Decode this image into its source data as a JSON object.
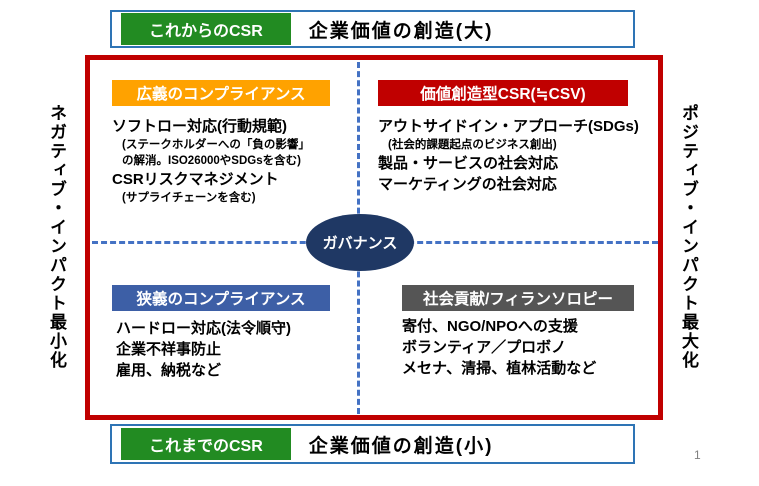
{
  "slide": {
    "page_number": "1"
  },
  "banners": {
    "top": {
      "label": "これからのCSR",
      "text": "企業価値の創造(大)"
    },
    "bottom": {
      "label": "これまでのCSR",
      "text": "企業価値の創造(小)"
    }
  },
  "axes": {
    "left": "ネガティブ・インパクト最小化",
    "right": "ポジティブ・インパクト最大化"
  },
  "center": {
    "label": "ガバナンス"
  },
  "quadrants": {
    "top_left": {
      "header": "広義のコンプライアンス",
      "lines": [
        "ソフトロー対応(行動規範)",
        "(ステークホルダーへの「負の影響」",
        "の解消。ISO26000やSDGsを含む)",
        "CSRリスクマネジメント",
        "(サプライチェーンを含む)"
      ]
    },
    "top_right": {
      "header": "価値創造型CSR(≒CSV)",
      "lines": [
        "アウトサイドイン・アプローチ(SDGs)",
        "(社会的課題起点のビジネス創出)",
        "製品・サービスの社会対応",
        "マーケティングの社会対応"
      ]
    },
    "bottom_left": {
      "header": "狭義のコンプライアンス",
      "lines": [
        "ハードロー対応(法令順守)",
        "企業不祥事防止",
        "雇用、納税など"
      ]
    },
    "bottom_right": {
      "header": "社会貢献/フィランソロピー",
      "lines": [
        "寄付、NGO/NPOへの支援",
        "ボランティア／プロボノ",
        "メセナ、清掃、植林活動など"
      ]
    }
  },
  "colors": {
    "green_label": "#228B22",
    "orange_header": "#FFA200",
    "red_header": "#C00000",
    "blue_header": "#3D5FA6",
    "gray_header": "#555555",
    "navy_ellipse": "#1F3864",
    "red_border": "#C00000",
    "blue_border": "#2E74B5",
    "dash": "#4472C4",
    "page_gray": "#808080"
  }
}
